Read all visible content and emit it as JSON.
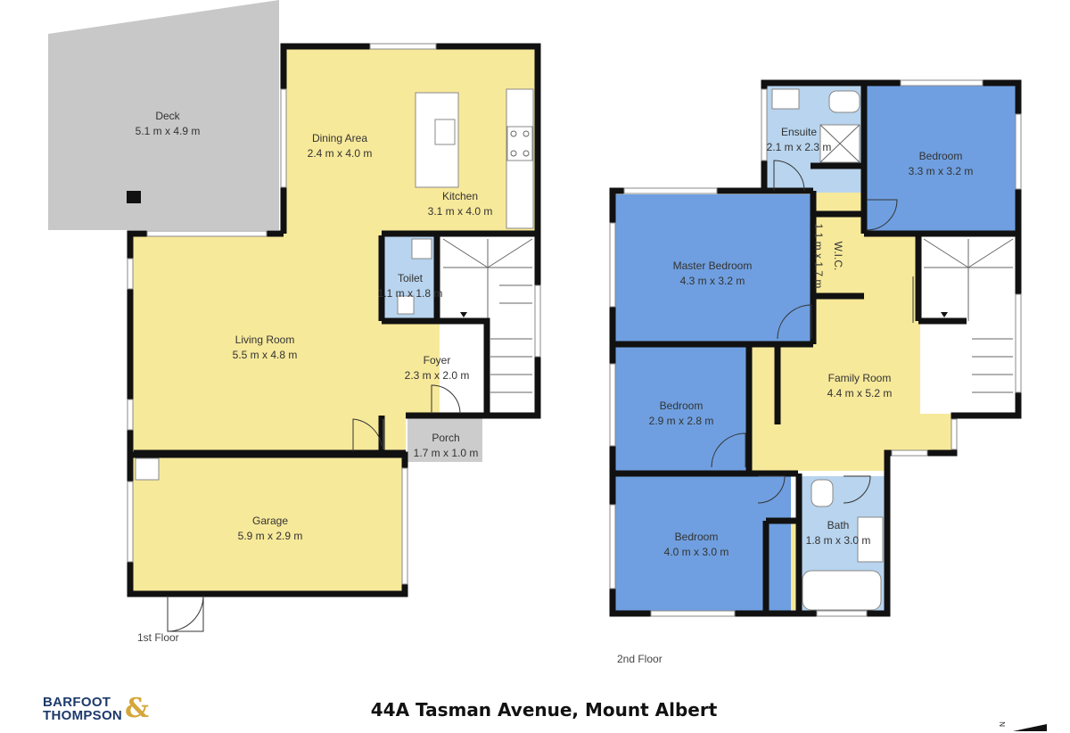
{
  "floors": {
    "first_label": "1st Floor",
    "second_label": "2nd Floor"
  },
  "rooms": {
    "deck": {
      "name": "Deck",
      "size": "5.1 m x 4.9 m"
    },
    "dining": {
      "name": "Dining Area",
      "size": "2.4 m x 4.0 m"
    },
    "kitchen": {
      "name": "Kitchen",
      "size": "3.1 m x 4.0 m"
    },
    "toilet": {
      "name": "Toilet",
      "size": "1.1 m x 1.8 m"
    },
    "living": {
      "name": "Living Room",
      "size": "5.5 m x 4.8 m"
    },
    "foyer": {
      "name": "Foyer",
      "size": "2.3 m x 2.0 m"
    },
    "porch": {
      "name": "Porch",
      "size": "1.7 m x 1.0 m"
    },
    "garage": {
      "name": "Garage",
      "size": "5.9 m x 2.9 m"
    },
    "ensuite": {
      "name": "Ensuite",
      "size": "2.1 m x 2.3 m"
    },
    "bedroom_ne": {
      "name": "Bedroom",
      "size": "3.3 m x 3.2 m"
    },
    "master": {
      "name": "Master Bedroom",
      "size": "4.3 m x 3.2 m"
    },
    "wic": {
      "name": "W.I.C.",
      "size": "1.1 m x 1.7 m"
    },
    "family": {
      "name": "Family Room",
      "size": "4.4 m x 5.2 m"
    },
    "bedroom_mid": {
      "name": "Bedroom",
      "size": "2.9 m x 2.8 m"
    },
    "bedroom_sw": {
      "name": "Bedroom",
      "size": "4.0 m x 3.0 m"
    },
    "bath": {
      "name": "Bath",
      "size": "1.8 m x 3.0 m"
    }
  },
  "footer": {
    "address": "44A Tasman Avenue, Mount Albert",
    "logo_line1": "BARFOOT",
    "logo_line2": "THOMPSON",
    "logo_amp": "&",
    "compass_label": "N"
  },
  "colors": {
    "yellow": "#f7e99a",
    "blue": "#6f9fe0",
    "wet": "#b8d4ee",
    "deck": "#c8c8c8",
    "porch": "#cccccc",
    "brand": "#1d3a6b",
    "accent": "#d5a63a"
  }
}
